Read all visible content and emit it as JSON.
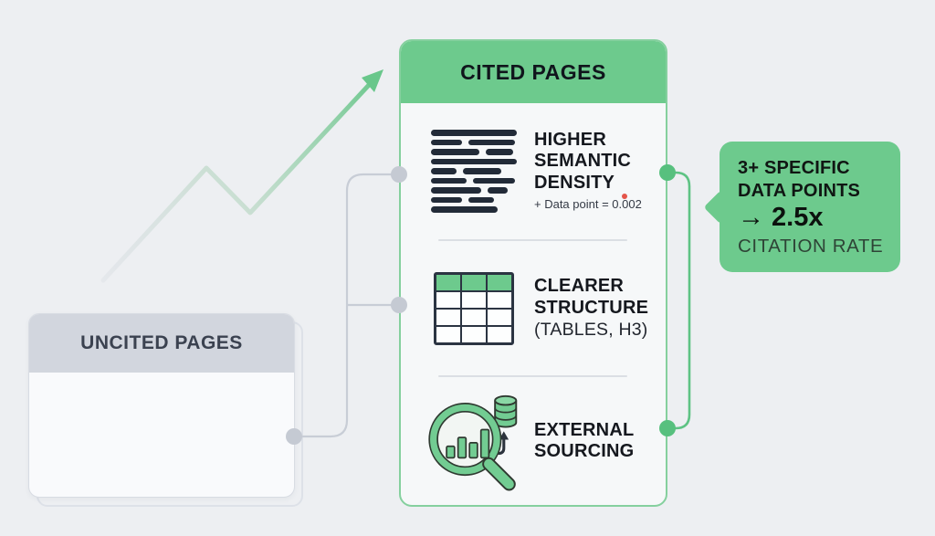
{
  "palette": {
    "green": "#6dca8d",
    "green_border": "#85d09e",
    "green_connector": "#5ec384",
    "gray_connector": "#c8cdd6",
    "dark_text": "#15181e",
    "background": "#edeff2"
  },
  "uncited_card": {
    "title": "UNCITED PAGES"
  },
  "cited_card": {
    "title": "CITED PAGES",
    "features": [
      {
        "icon": "text-density-icon",
        "title": "HIGHER\nSEMANTIC\nDENSITY",
        "subtitle": "+ Data point = 0.002"
      },
      {
        "icon": "table-icon",
        "title": "CLEARER\nSTRUCTURE",
        "subtitle": "(TABLES, H3)"
      },
      {
        "icon": "magnifier-chart-icon",
        "title": "EXTERNAL\nSOURCING"
      }
    ]
  },
  "callout": {
    "line1": "3+ SPECIFIC",
    "line2": "DATA POINTS",
    "multiplier": "→ 2.5x",
    "line3": "CITATION RATE"
  }
}
